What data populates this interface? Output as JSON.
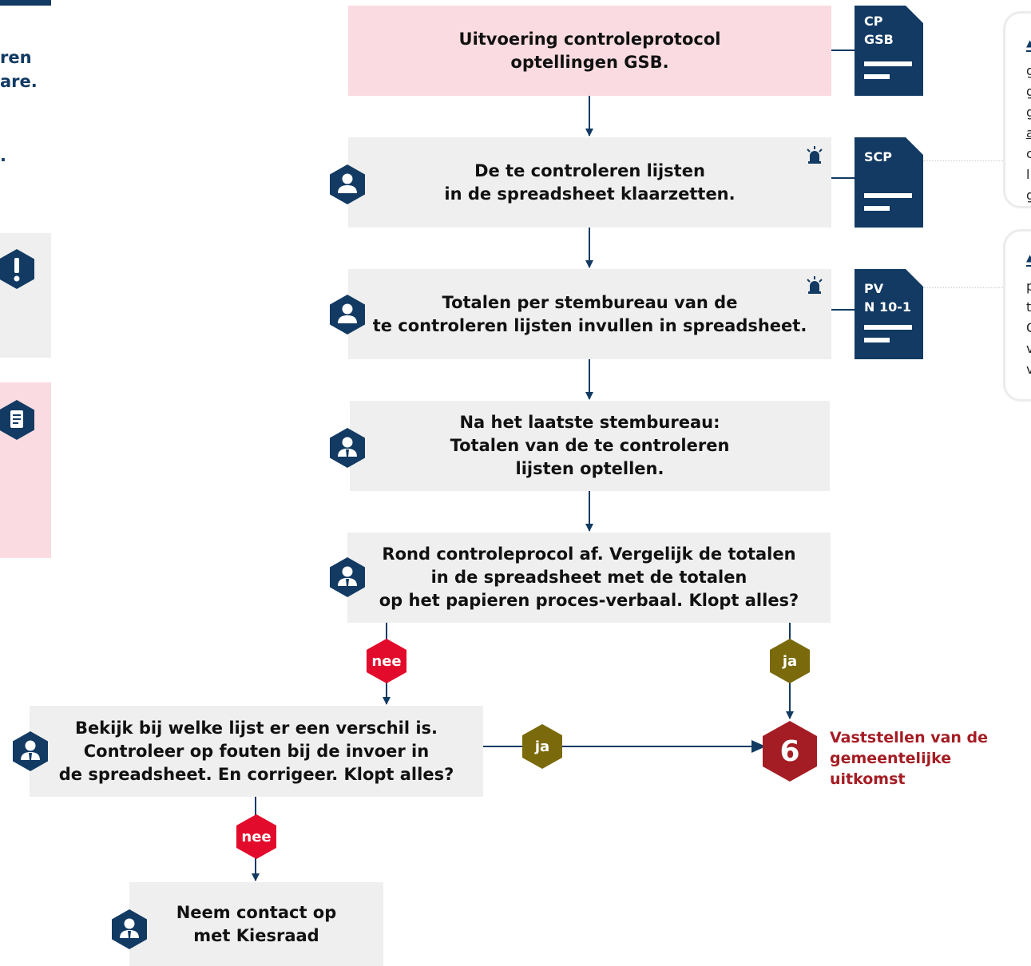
{
  "left_fragments": {
    "line1": "ren",
    "line2": "are.",
    "dot": "."
  },
  "steps": [
    {
      "id": "start",
      "text": "Uitvoering controleprotocol\noptellingen GSB."
    },
    {
      "id": "prepare",
      "text": "De te controleren lijsten\nin de spreadsheet klaarzetten."
    },
    {
      "id": "fill",
      "text": "Totalen per stembureau van de\nte controleren lijsten invullen in spreadsheet."
    },
    {
      "id": "sum",
      "text": "Na het laatste stembureau:\nTotalen van de te controleren\nlijsten optellen."
    },
    {
      "id": "compare",
      "text": "Rond controleprocol af. Vergelijk de totalen\nin de spreadsheet met de totalen\nop het papieren proces-verbaal. Klopt alles?"
    },
    {
      "id": "check",
      "text": "Bekijk bij welke lijst er een verschil is.\nControleer op fouten bij de invoer in\nde spreadsheet. En corrigeer. Klopt alles?"
    },
    {
      "id": "contact",
      "text": "Neem contact op\nmet Kiesraad"
    }
  ],
  "documents": [
    {
      "id": "cp-gsb",
      "label": "CP\nGSB"
    },
    {
      "id": "scp",
      "label": "SCP"
    },
    {
      "id": "pv",
      "label": "PV\nN 10-1"
    }
  ],
  "decisions": {
    "no": "nee",
    "yes": "ja"
  },
  "end_step": {
    "number": "6",
    "label": "Vaststellen van de\ngemeentelijke uitkomst"
  },
  "right_fragments": {
    "card1": [
      "g",
      "g",
      "g",
      "a",
      "c",
      "l",
      "g"
    ],
    "card2": [
      "p",
      "t",
      "C",
      "v",
      "v"
    ]
  },
  "colors": {
    "navy": "#123a63",
    "grey_box": "#efefef",
    "pink_box": "#fadbe1",
    "no_red": "#e30b2b",
    "yes_olive": "#7a6a0c",
    "end_red": "#a51d24"
  }
}
